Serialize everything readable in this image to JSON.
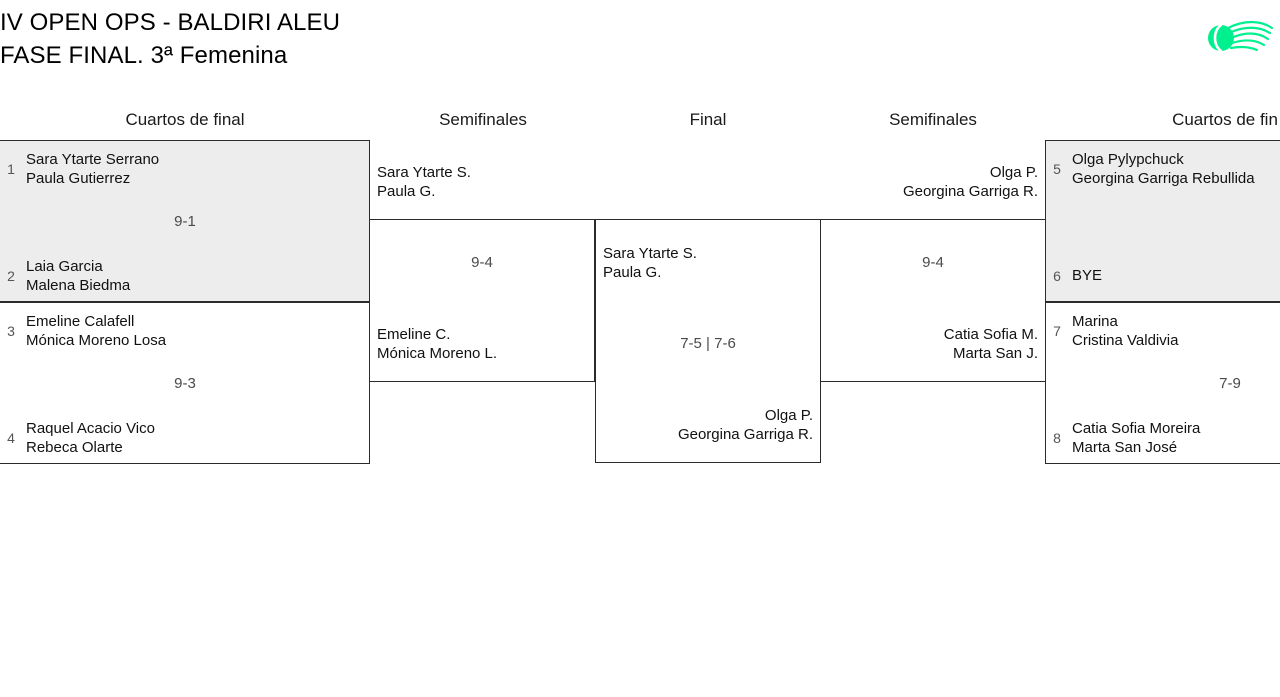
{
  "header": {
    "title_line1": "IV OPEN OPS - BALDIRI ALEU",
    "title_line2": "FASE FINAL. 3ª Femenina",
    "logo_name": "tennis-ball-swoosh-logo",
    "logo_color": "#00f090"
  },
  "columns": [
    {
      "label": "Cuartos de final",
      "side": "left"
    },
    {
      "label": "Semifinales",
      "side": "left"
    },
    {
      "label": "Final",
      "side": "center"
    },
    {
      "label": "Semifinales",
      "side": "right"
    },
    {
      "label": "Cuartos de fin",
      "side": "right"
    }
  ],
  "left_quarters": [
    {
      "score": "9-1",
      "top": {
        "seed": "1",
        "line1": "Sara Ytarte Serrano",
        "line2": "Paula Gutierrez",
        "result": "win"
      },
      "bottom": {
        "seed": "2",
        "line1": "Laia Garcia",
        "line2": "Malena Biedma",
        "result": "lose"
      }
    },
    {
      "score": "9-3",
      "top": {
        "seed": "3",
        "line1": "Emeline Calafell",
        "line2": "Mónica Moreno Losa",
        "result": "win"
      },
      "bottom": {
        "seed": "4",
        "line1": "Raquel Acacio Vico",
        "line2": "Rebeca Olarte",
        "result": "lose"
      }
    }
  ],
  "left_semi": {
    "score": "9-4",
    "top": {
      "line1": "Sara Ytarte S.",
      "line2": "Paula G.",
      "result": "win"
    },
    "bottom": {
      "line1": "Emeline C.",
      "line2": "Mónica Moreno L.",
      "result": "lose"
    }
  },
  "final": {
    "score": "7-5 | 7-6",
    "top": {
      "line1": "Sara Ytarte S.",
      "line2": "Paula G.",
      "result": "win"
    },
    "bottom": {
      "line1": "Olga P.",
      "line2": "Georgina Garriga R.",
      "result": "lose"
    }
  },
  "right_semi": {
    "score": "9-4",
    "top": {
      "line1": "Olga P.",
      "line2": "Georgina Garriga R.",
      "result": "win"
    },
    "bottom": {
      "line1": "Catia Sofia M.",
      "line2": "Marta San J.",
      "result": "lose"
    }
  },
  "right_quarters": [
    {
      "score": "",
      "top": {
        "seed": "5",
        "line1": "Olga Pylypchuck",
        "line2": "Georgina Garriga Rebullida",
        "result": "win"
      },
      "bottom": {
        "seed": "6",
        "line1": "BYE",
        "line2": "",
        "result": "lose"
      }
    },
    {
      "score": "7-9",
      "top": {
        "seed": "7",
        "line1": "Marina",
        "line2": "Cristina Valdivia",
        "result": "lose"
      },
      "bottom": {
        "seed": "8",
        "line1": "Catia Sofia Moreira",
        "line2": "Marta San José",
        "result": "win"
      }
    }
  ]
}
